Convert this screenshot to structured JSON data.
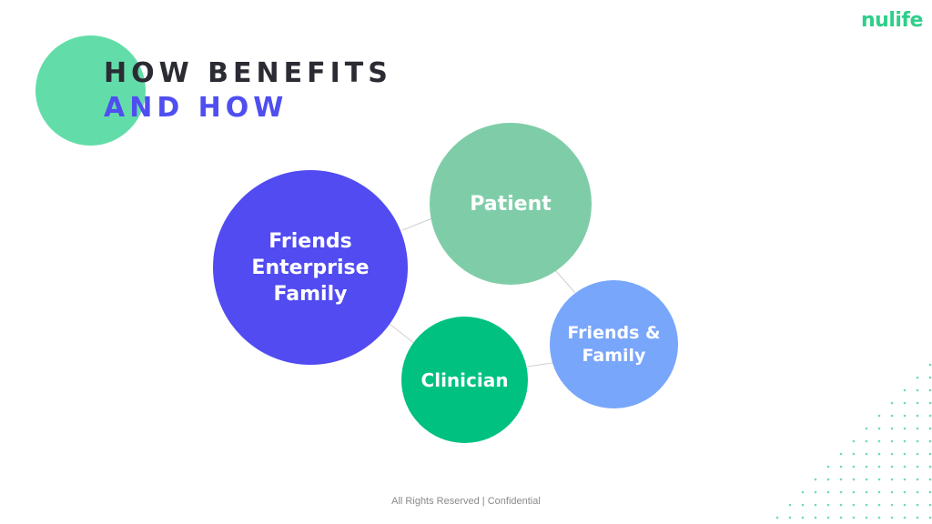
{
  "brand": {
    "logo_text": "nulife",
    "logo_color": "#2ecf8a",
    "accent_green": "#62dda9",
    "accent_blue": "#4f4ef0"
  },
  "title": {
    "line1": "HOW BENEFITS",
    "line2": "AND HOW"
  },
  "diagram": {
    "nodes": [
      {
        "id": "friends-enterprise",
        "label": "Friends\nEnterprise\nFamily",
        "color": "#514bf1"
      },
      {
        "id": "patient",
        "label": "Patient",
        "color": "#7fcda8"
      },
      {
        "id": "clinician",
        "label": "Clinician",
        "color": "#00c180"
      },
      {
        "id": "friends-family",
        "label": "Friends &\nFamily",
        "color": "#78a6fb"
      }
    ]
  },
  "footer": {
    "text": "All Rights Reserved | Confidential"
  }
}
